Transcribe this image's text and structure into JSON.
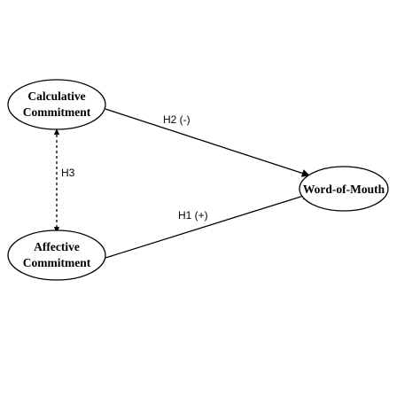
{
  "nodes": {
    "calculative": {
      "line1": "Calculative",
      "line2": "Commitment"
    },
    "affective": {
      "line1": "Affective",
      "line2": "Commitment"
    },
    "wom": {
      "label": "Word-of-Mouth"
    }
  },
  "edges": {
    "h1": {
      "label": "H1 (+)"
    },
    "h2": {
      "label": "H2 (-)"
    },
    "h3": {
      "label": "H3"
    }
  }
}
